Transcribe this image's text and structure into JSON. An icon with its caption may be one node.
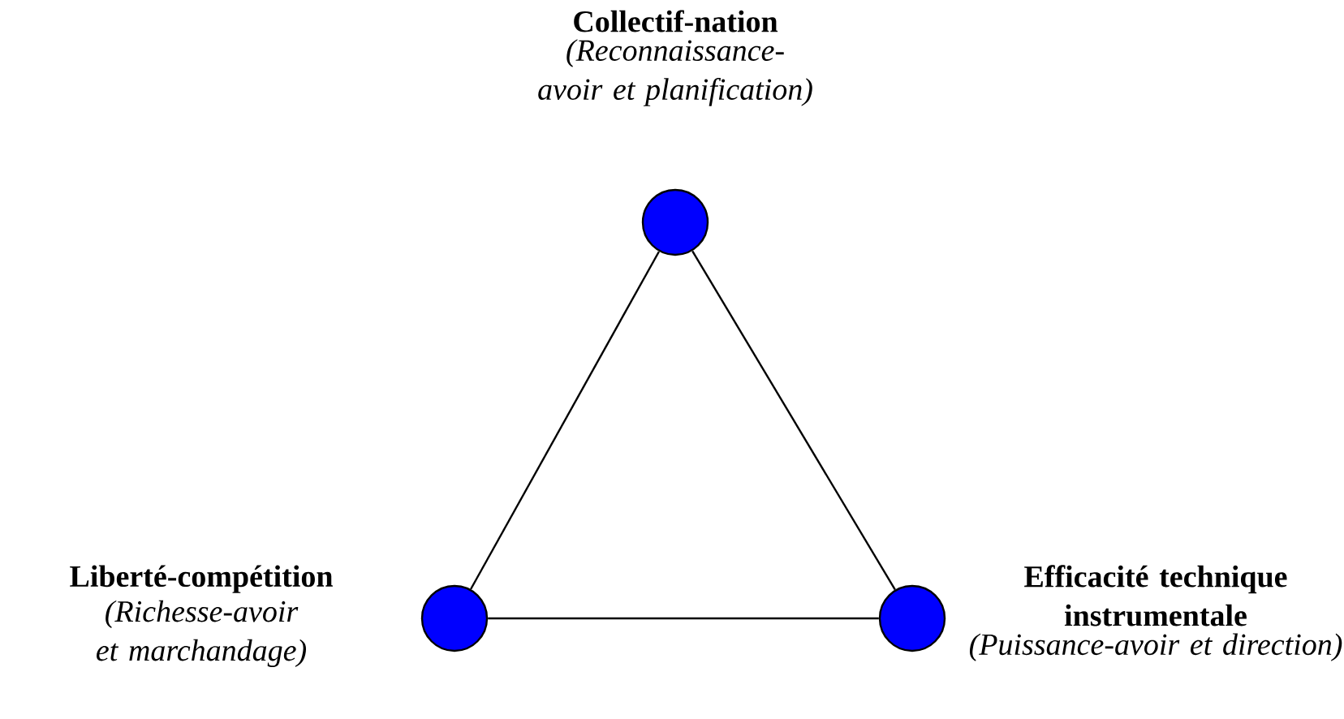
{
  "diagram": {
    "nodes": [
      {
        "text": [],
        "shape": "circle",
        "beside": [
          "Collectif-nation",
          "(Reconnaissance-avoir et planification)"
        ]
      },
      {
        "text": [],
        "shape": "circle",
        "beside": [
          "Liberté-compétition",
          "(Richesse-avoir et marchandage)"
        ]
      },
      {
        "text": [],
        "shape": "circle",
        "beside": [
          "Efficacité technique instrumentale",
          "(Puissance-avoir et direction)"
        ]
      }
    ],
    "edges": [
      {
        "from": 0,
        "to": 1,
        "arrow": "none"
      },
      {
        "from": 1,
        "to": 2,
        "arrow": "none"
      },
      {
        "from": 2,
        "to": 0,
        "arrow": "none"
      }
    ]
  }
}
